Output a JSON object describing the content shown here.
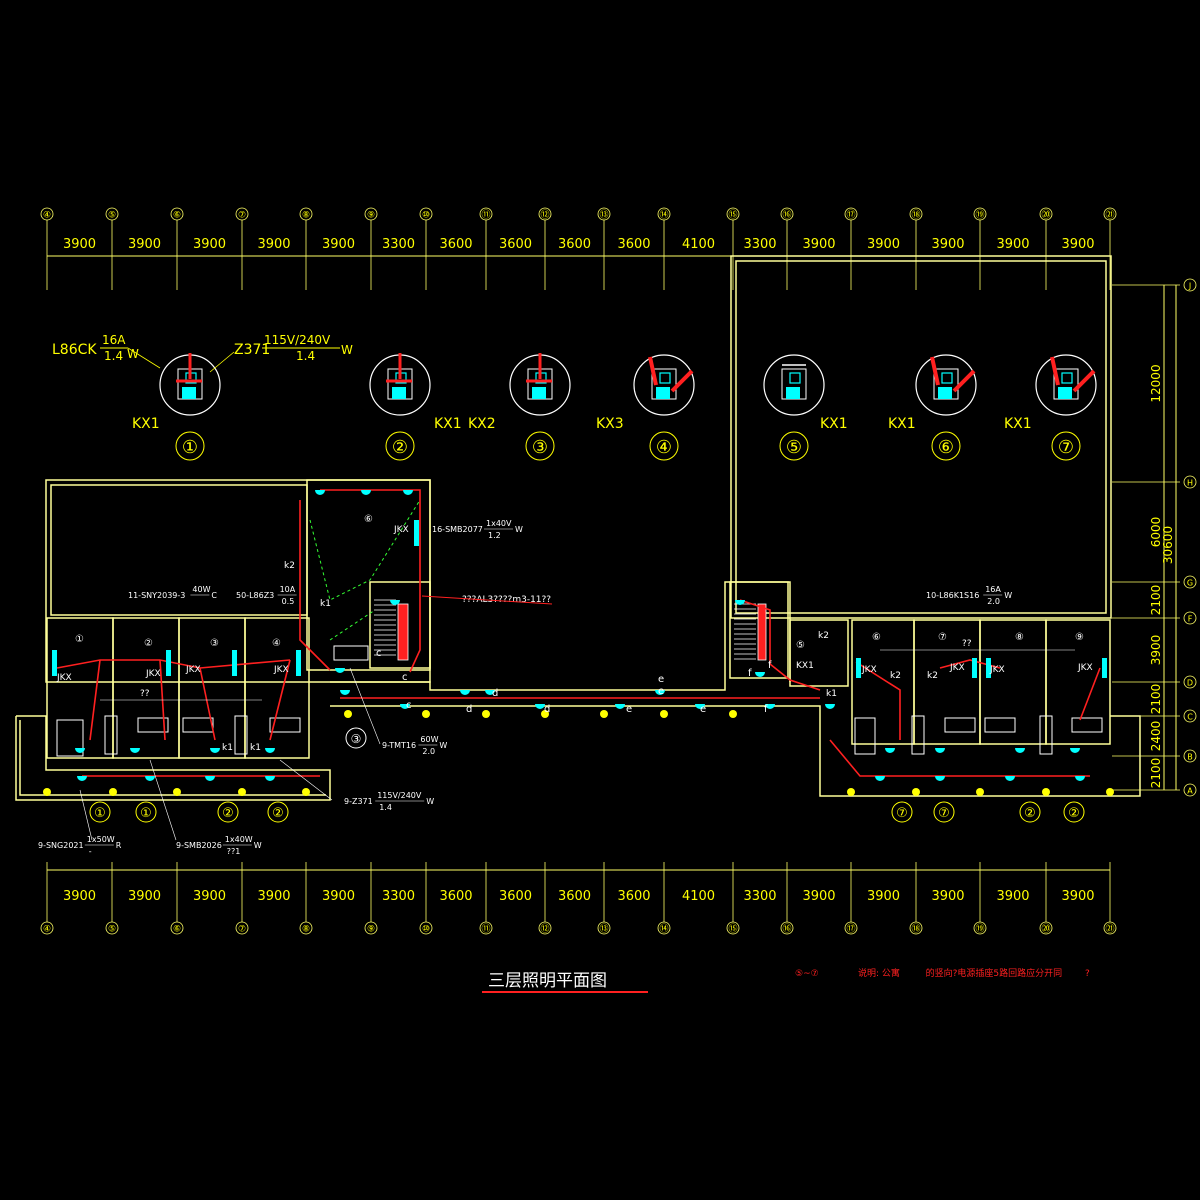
{
  "drawing": {
    "title": "三层照明平面图",
    "note_prefix": "⑤~⑦",
    "note_text": "说明: 公寓         的竖向?电源插座5路回路应分开同        ?"
  },
  "grid": {
    "axes": [
      "④",
      "⑤",
      "⑥",
      "⑦",
      "⑧",
      "⑨",
      "⑩",
      "⑪",
      "⑫",
      "⑬",
      "⑭",
      "⑮",
      "⑯",
      "⑰",
      "⑱",
      "⑲",
      "⑳",
      "㉑"
    ],
    "spans": [
      "3900",
      "3900",
      "3900",
      "3900",
      "3900",
      "3300",
      "3600",
      "3600",
      "3600",
      "3600",
      "4100",
      "3300",
      "3900",
      "3900",
      "3900",
      "3900",
      "3900"
    ],
    "row_axes": [
      "J",
      "H",
      "G",
      "F",
      "D",
      "C",
      "B",
      "A"
    ],
    "row_spans": [
      "12000",
      "6000",
      "2100",
      "3900",
      "2100",
      "2400",
      "2100"
    ],
    "row_total": "30600"
  },
  "details": [
    {
      "num": "①",
      "kx": "KX1"
    },
    {
      "num": "②",
      "kx": "KX1"
    },
    {
      "num": "③",
      "kx": "KX2"
    },
    {
      "num": "④",
      "kx": "KX3"
    },
    {
      "num": "⑤",
      "kx": "KX1"
    },
    {
      "num": "⑥",
      "kx": "KX1"
    },
    {
      "num": "⑦",
      "kx": "KX1"
    }
  ],
  "detail_annotations": {
    "left_fixture": "L86CK",
    "left_top": "16A",
    "left_bottom": "1.4",
    "left_unit": "W",
    "right_fixture": "Z371",
    "right_top": "115V/240V",
    "right_bottom": "1.4",
    "right_unit": "W"
  },
  "labels": {
    "jkx": "JKX",
    "k1": "k1",
    "k2": "k2",
    "kx1": "KX1",
    "panel_circuit": "???AL3????m3-11??",
    "qq": "??",
    "fixtures": [
      {
        "code": "16-SMB2077",
        "top": "1x40V",
        "bottom": "1.2",
        "unit": "W"
      },
      {
        "code": "11-SNY2039-3",
        "top": "40W",
        "bottom": "",
        "unit": "C"
      },
      {
        "code": "50-L86Z3",
        "top": "10A",
        "bottom": "0.5",
        "unit": ""
      },
      {
        "code": "10-L86K1S16",
        "top": "16A",
        "bottom": "2.0",
        "unit": "W"
      },
      {
        "code": "9-TMT16",
        "top": "60W",
        "bottom": "2.0",
        "unit": "W"
      },
      {
        "code": "9-Z371",
        "top": "115V/240V",
        "bottom": "1.4",
        "unit": "W"
      },
      {
        "code": "9-SNG2021",
        "top": "1x50W",
        "bottom": "-",
        "unit": "R"
      },
      {
        "code": "9-SMB2026",
        "top": "1x40W",
        "bottom": "??1",
        "unit": "W"
      }
    ],
    "circuits": [
      "c",
      "c",
      "c",
      "d",
      "d",
      "d",
      "e",
      "e",
      "e",
      "e",
      "f",
      "f",
      "f"
    ],
    "room_nums_left": [
      "①",
      "②",
      "③",
      "④"
    ],
    "room_nums_right": [
      "⑥",
      "⑦",
      "⑧",
      "⑨"
    ],
    "stair_num": "⑤",
    "upper_room_num": "⑥",
    "bottom_tags": [
      "①",
      "①",
      "②",
      "②",
      "⑦",
      "⑦",
      "②",
      "②"
    ],
    "wc_tag": "③"
  },
  "colors": {
    "background": "#000000",
    "grid_line": "#ffff66",
    "wall": "#ffff99",
    "wiring": "#ff2020",
    "fixture": "#00ffff",
    "wire_green": "#33ff33",
    "text": "#ffffff",
    "dim_text": "#ffff00"
  }
}
